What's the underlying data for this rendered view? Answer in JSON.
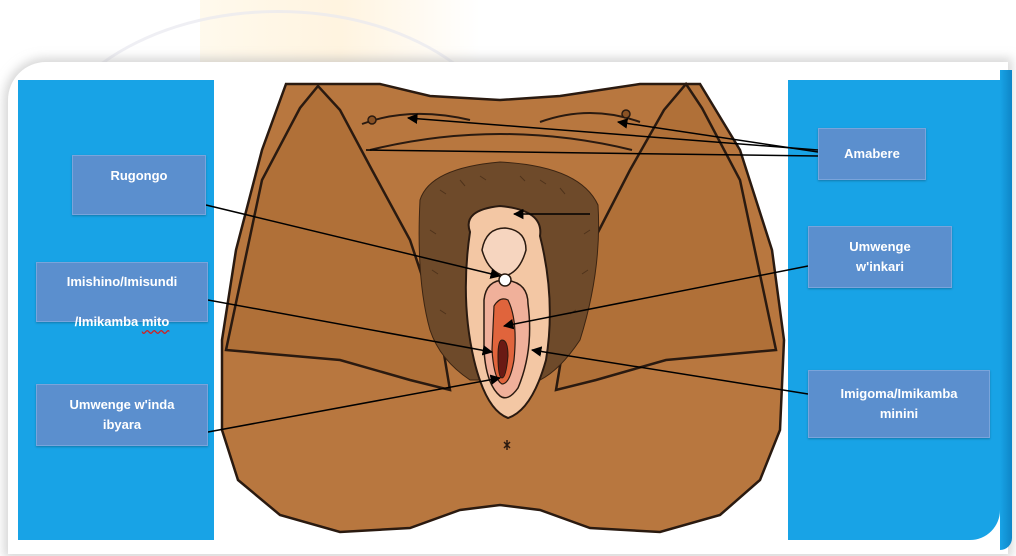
{
  "labels": {
    "rugongo": "Rugongo",
    "imishino_line1": "Imishino/Imisundi",
    "imishino_line2_part": "/Imikamba ",
    "imishino_line2_underlined": "mito",
    "umwenge_inda": "Umwenge w'inda\nibyara",
    "amabere": "Amabere",
    "umwenge_inkari": "Umwenge\nw'inkari",
    "imigoma": "Imigoma/Imikamba\nminini"
  },
  "colors": {
    "panel_blue": "#18a3e6",
    "label_blue": "#5b8fce",
    "skin": "#b8773f",
    "skin_dark": "#8a5224",
    "outline": "#2a1a10",
    "hair": "#6e4a2a",
    "labia_major": "#f3c7a4",
    "labia_minor": "#f0b09a",
    "vestibule": "#e0643c",
    "clitoral_hood": "#f6d5bf"
  }
}
